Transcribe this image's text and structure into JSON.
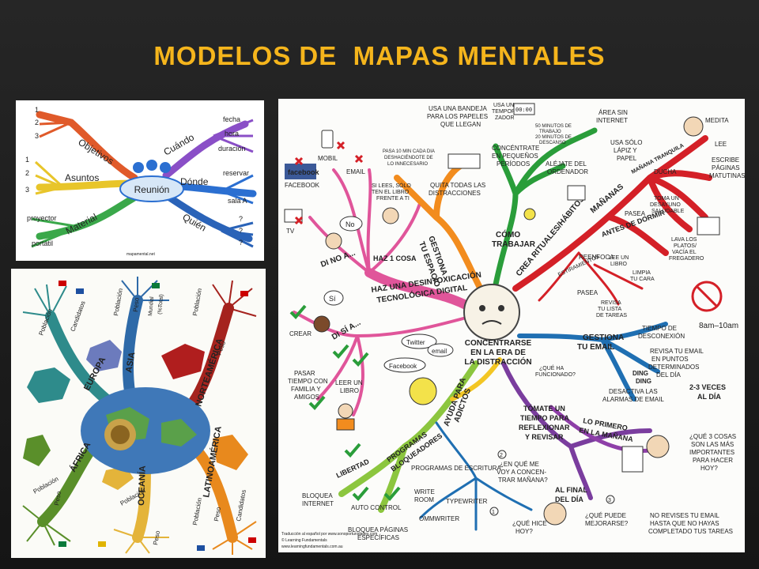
{
  "slide": {
    "title": "MODELOS DE  MAPAS MENTALES"
  },
  "map1": {
    "center": "Reunión",
    "branches": {
      "objetivos": "Objetivos",
      "asuntos": "Asuntos",
      "material": "Material",
      "cuando": "Cuándo",
      "donde": "Dónde",
      "quien": "Quién"
    },
    "nums": [
      "1",
      "2",
      "3"
    ],
    "leaves": {
      "fecha": "fecha",
      "hora": "hora",
      "duracion": "duración",
      "reservar": "reservar",
      "sala": "sala A",
      "proyector": "proyector",
      "portatil": "portátil",
      "q1": "?",
      "q2": "?",
      "q3": "?"
    },
    "credit": "mapamental.net"
  },
  "map2": {
    "branches": {
      "europa": "EUROPA",
      "asia": "ASIA",
      "norteamerica": "NORTEAMÉRICA",
      "africa": "ÁFRICA",
      "oceania": "OCEANÍA",
      "latinoamerica": "LATINOAMÉRICA"
    },
    "sub": {
      "poblacion": "Población",
      "peso": "Peso",
      "candidatos": "Candidatos",
      "mundial": "Mundial",
      "total": "(%Total)"
    }
  },
  "map3": {
    "center": [
      "CONCENTRARSE",
      "EN LA ERA DE",
      "LA DISTRACCIÓN"
    ],
    "branches": {
      "desintox": [
        "HAZ UNA DESINTOXICACIÓN",
        "TECNOLÓGICA DIGITAL"
      ],
      "dino": "DI NO A...",
      "disi": "DI SÍ A...",
      "gestiona": [
        "GESTIONA",
        "TU ESPACIO"
      ],
      "como": [
        "CÓMO",
        "TRABAJAR"
      ],
      "rituales": "CREA RITUALES/HÁBITOS",
      "mananas": "MAÑANAS",
      "antesdormir": "ANTES DE DORMIR",
      "gestionaemail": [
        "GESTIONA",
        "TU EMAIL"
      ],
      "ayuda": [
        "AYUDA PARA",
        "ADICTOS"
      ],
      "programas": [
        "PROGRAMAS",
        "BLOQUEADORES"
      ],
      "libertad": "LIBERTAD",
      "tomate": [
        "TÓMATE UN",
        "TIEMPO PARA",
        "REFLEXIONAR",
        "Y REVISAR"
      ],
      "loprimero": [
        "LO PRIMERO",
        "EN LA MAÑANA"
      ],
      "alfinal": [
        "AL FINAL",
        "DEL DÍA"
      ]
    },
    "labels": {
      "facebook": "FACEBOOK",
      "facebook_logo": "facebook",
      "mobil": "MOBIL",
      "email": "EMAIL",
      "tv": "TV",
      "no": "No",
      "si": "Sí",
      "crear": "CREAR",
      "pasar": [
        "PASAR",
        "TIEMPO CON",
        "FAMILIA Y",
        "AMIGOS"
      ],
      "leer": [
        "LEER UN",
        "LIBRO"
      ],
      "bandeja": [
        "USA UNA BANDEJA",
        "PARA LOS PAPELES",
        "QUE LLEGAN"
      ],
      "pasa10": [
        "PASA 10 MIN CADA DIA",
        "DESHACIÉNDOTE DE",
        "LO INNECESARIO"
      ],
      "silees": [
        "SI LEES, SÓLO",
        "TEN EL LIBRO",
        "FRENTE A TI"
      ],
      "quita": [
        "QUITA TODAS LAS",
        "DISTRACCIONES"
      ],
      "hazcosa": "HAZ 1 COSA",
      "temporizador": [
        "USA UN",
        "TEMPORI-",
        "ZADOR"
      ],
      "clock": "00:00",
      "minutos": [
        "50 MINUTOS DE",
        "TRABAJO",
        "20 MINUTOS DE",
        "DESCANSO"
      ],
      "concentrate": [
        "CONCÉNTRATE",
        "EN PEQUEÑOS",
        "PERÍODOS"
      ],
      "alejate": [
        "ALÉJATE DEL",
        "ORDENADOR"
      ],
      "area": [
        "ÁREA SIN",
        "INTERNET"
      ],
      "usasolo": [
        "USA SÓLO",
        "LÁPIZ Y",
        "PAPEL"
      ],
      "medita": "MEDITA",
      "lee": "LEE",
      "escribe": [
        "ESCRIBE",
        "PÁGINAS",
        "MATUTINAS"
      ],
      "mananatranquila": "MAÑANA TRANQUILA",
      "ducha": "DUCHA",
      "desayuno": [
        "TOMA UN",
        "DESAYUNO",
        "SALUDABLE"
      ],
      "pasea": "PASEA",
      "lava": [
        "LAVA LOS",
        "PLATOS/",
        "VACÍA EL",
        "FREGADERO"
      ],
      "estiramientos": "ESTIRAMIENTOS",
      "reenfoca": "REENFOCA",
      "leeunlibro": [
        "LEE UN",
        "LIBRO"
      ],
      "limpia": [
        "LIMPIA",
        "TU CARA"
      ],
      "pasea2": "PASEA",
      "revisa": [
        "REVISA",
        "TU LISTA",
        "DE TAREAS"
      ],
      "hora": "8am–10am",
      "tiempodesconexion": [
        "TIEMPO DE",
        "DESCONEXIÓN"
      ],
      "revisaemail": [
        "REVISA TU EMAIL",
        "EN PUNTOS",
        "DETERMINADOS",
        "DEL DÍA"
      ],
      "dingding": [
        "DING",
        "DING"
      ],
      "desactiva": [
        "DESACTIVA LAS",
        "ALARMAS DE EMAIL"
      ],
      "veces": [
        "2-3 VECES",
        "AL DÍA"
      ],
      "twitter": "Twitter",
      "emailbubble": "email",
      "facebookbubble": "Facebook",
      "queha": [
        "¿QUÉ HA",
        "FUNCIONADO?"
      ],
      "escritura": "PROGRAMAS DE ESCRITURA",
      "writeroom": [
        "WRITE",
        "ROOM"
      ],
      "typewriter": "TYPEWRITER",
      "ommwriter": "OMMWRITER",
      "bloquea": [
        "BLOQUEA",
        "INTERNET"
      ],
      "autocontrol": "AUTO CONTROL",
      "bloqueapaginas": [
        "BLOQUEA PÁGINAS",
        "ESPECÍFICAS"
      ],
      "tres": [
        "¿QUÉ 3 COSAS",
        "SON LAS MÁS",
        "IMPORTANTES",
        "PARA HACER",
        "HOY?"
      ],
      "norevises": [
        "NO REVISES TU EMAIL",
        "HASTA QUE NO HAYAS",
        "COMPLETADO TUS TAREAS"
      ],
      "enque": [
        "¿EN QUÉ ME",
        "VOY A CONCEN-",
        "TRAR MAÑANA?"
      ],
      "quehice": [
        "¿QUÉ HICE",
        "HOY?"
      ],
      "quepuede": [
        "¿QUÉ PUEDE",
        "MEJORARSE?"
      ],
      "n1": "1",
      "n2": "2",
      "n3": "3",
      "credits": [
        "Traducción al español por www.sonoportunidades.com",
        "© Learning Fundamentals",
        "www.learningfundamentals.com.au"
      ]
    }
  },
  "colors": {
    "title": "#f5b51c",
    "pink": "#e0559a",
    "purple": "#7a3d9e",
    "orange": "#f28c1e",
    "green": "#2a9d3a",
    "red": "#d42027",
    "blue": "#1f6fb2",
    "lime": "#8cc63f",
    "violet": "#8e3fa8"
  }
}
